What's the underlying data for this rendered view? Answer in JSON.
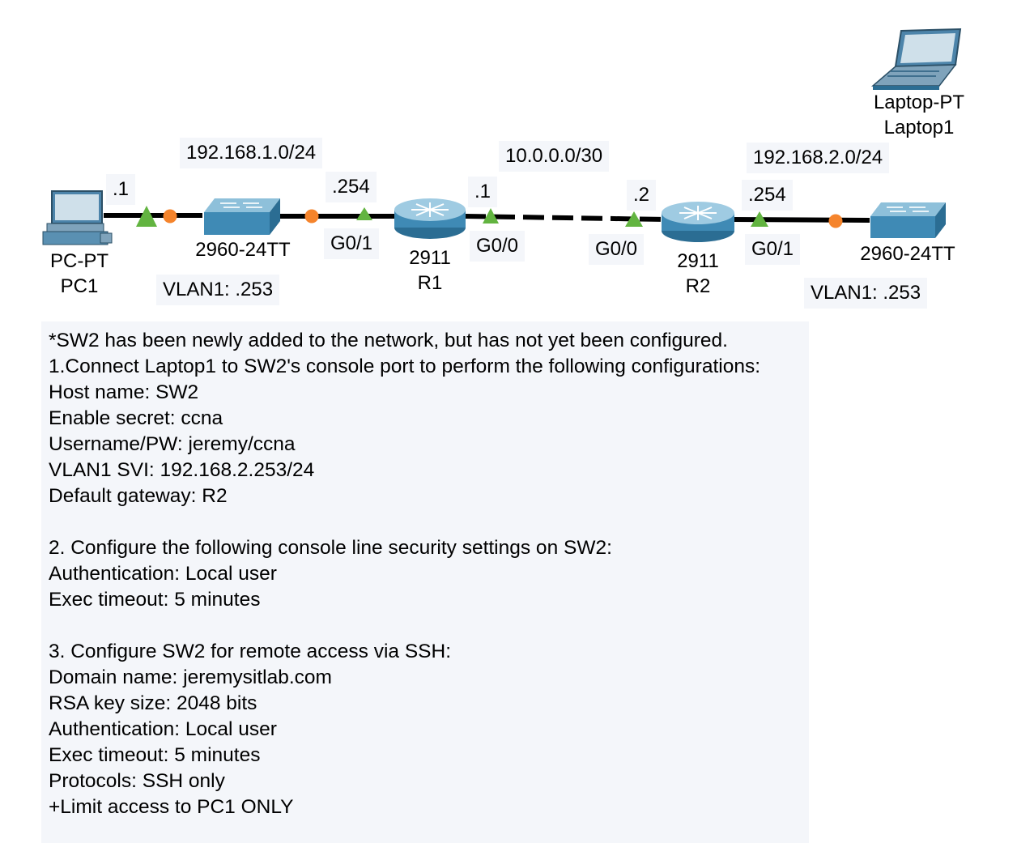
{
  "devices": {
    "pc1": {
      "model": "PC-PT",
      "name": "PC1",
      "icon": "desktop-pc-icon"
    },
    "sw1": {
      "model": "2960-24TT",
      "vlan1": "VLAN1: .253",
      "icon": "switch-icon"
    },
    "r1": {
      "model": "2911",
      "name": "R1",
      "icon": "router-icon"
    },
    "r2": {
      "model": "2911",
      "name": "R2",
      "icon": "router-icon"
    },
    "sw2": {
      "model": "2960-24TT",
      "vlan1": "VLAN1: .253",
      "icon": "switch-icon"
    },
    "laptop1": {
      "model": "Laptop-PT",
      "name": "Laptop1",
      "icon": "laptop-icon"
    }
  },
  "networks": {
    "lan1": "192.168.1.0/24",
    "wan": "10.0.0.0/30",
    "lan2": "192.168.2.0/24"
  },
  "addresses": {
    "pc1": ".1",
    "r1_g01": ".254",
    "r1_g00": ".1",
    "r2_g00": ".2",
    "r2_g01": ".254"
  },
  "interfaces": {
    "r1_g01": "G0/1",
    "r1_g00": "G0/0",
    "r2_g00": "G0/0",
    "r2_g01": "G0/1"
  },
  "colors": {
    "link_up": "#62b440",
    "link_down": "#f5842c",
    "label_bg": "#f4f6fa",
    "device_blue": "#3f8ab5"
  },
  "instructions": [
    "*SW2 has been newly added to the network, but has not yet been configured.",
    "1.Connect Laptop1 to SW2's console port to perform the following configurations:",
    "Host name: SW2",
    "Enable secret: ccna",
    "Username/PW: jeremy/ccna",
    "VLAN1 SVI: 192.168.2.253/24",
    "Default gateway: R2",
    "",
    "2. Configure the following console line security settings on SW2:",
    "Authentication: Local user",
    "Exec timeout: 5 minutes",
    "",
    "3. Configure SW2 for remote access via SSH:",
    "Domain name: jeremysitlab.com",
    "RSA key size: 2048 bits",
    "Authentication: Local user",
    "Exec timeout: 5 minutes",
    "Protocols: SSH only",
    "+Limit access to PC1 ONLY"
  ]
}
